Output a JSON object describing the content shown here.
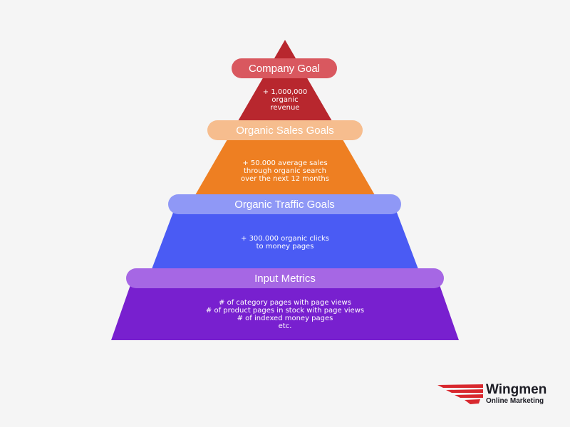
{
  "pyramid": {
    "tiers": [
      {
        "label": "Company Goal",
        "description": [
          "+ 1,000,000",
          "organic",
          "revenue"
        ],
        "band_color": "#b8272e",
        "pill_color": "#d9585f"
      },
      {
        "label": "Organic Sales Goals",
        "description": [
          "+ 50.000 average sales",
          "through organic search",
          "over the next 12 months"
        ],
        "band_color": "#ee7f22",
        "pill_color": "#f6bd8e"
      },
      {
        "label": "Organic Traffic Goals",
        "description": [
          "+ 300.000 organic clicks",
          "to money pages"
        ],
        "band_color": "#4a5bf4",
        "pill_color": "#8f98f6"
      },
      {
        "label": "Input Metrics",
        "description": [
          "# of category pages with page views",
          "# of product pages in stock with page views",
          "# of indexed money pages",
          "etc."
        ],
        "band_color": "#7820cf",
        "pill_color": "#a667e4"
      }
    ]
  },
  "logo": {
    "name": "Wingmen",
    "tagline": "Online Marketing",
    "mark_color": "#d8282e"
  }
}
